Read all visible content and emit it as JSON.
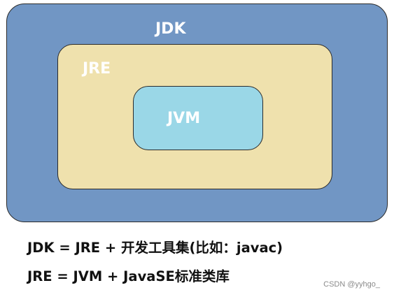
{
  "diagram": {
    "outer": {
      "label": "JDK",
      "color": "#7196c4"
    },
    "middle": {
      "label": "JRE",
      "color": "#efe1ad"
    },
    "inner": {
      "label": "JVM",
      "color": "#9ad7e7"
    }
  },
  "formulas": [
    "JDK = JRE + 开发工具集(比如：javac)",
    "JRE = JVM + JavaSE标准类库"
  ],
  "watermark": "CSDN @yyhgo_"
}
